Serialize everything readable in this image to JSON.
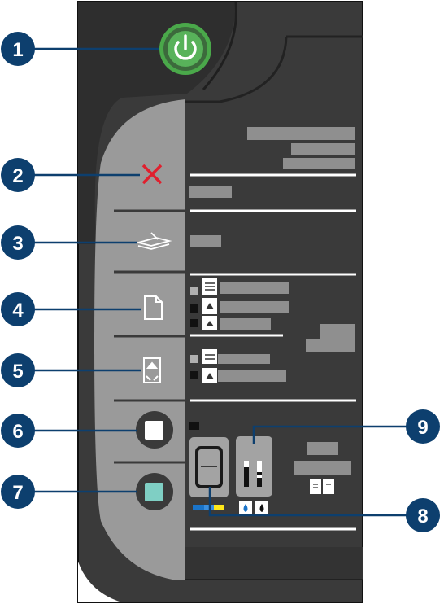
{
  "callouts": [
    {
      "number": "1",
      "target": "power-button"
    },
    {
      "number": "2",
      "target": "cancel-button"
    },
    {
      "number": "3",
      "target": "scan-button"
    },
    {
      "number": "4",
      "target": "document-button"
    },
    {
      "number": "5",
      "target": "photo-button"
    },
    {
      "number": "6",
      "target": "copy-black-button"
    },
    {
      "number": "7",
      "target": "copy-color-button"
    },
    {
      "number": "8",
      "target": "copies-display"
    },
    {
      "number": "9",
      "target": "ink-level-display"
    }
  ],
  "colors": {
    "panel": "#3a3a3a",
    "panel_dark": "#2c2c2c",
    "button_bar": "#9a9a9a",
    "callout": "#0d3f6e",
    "power_ring": "#5cb85c",
    "cancel_x": "#e0202e",
    "copy_color_button": "#7fcfc4",
    "placeholder": "#8f8f8f",
    "rule": "#ffffff",
    "cmy_blue": "#1a74c9",
    "cmy_yellow": "#ffe81a"
  },
  "icons": [
    "power-icon",
    "cancel-x-icon",
    "scan-icon",
    "document-icon",
    "photo-icon",
    "ink-drop-icon",
    "copy-pages-icon",
    "document-type-icon",
    "photo-type-icon"
  ]
}
